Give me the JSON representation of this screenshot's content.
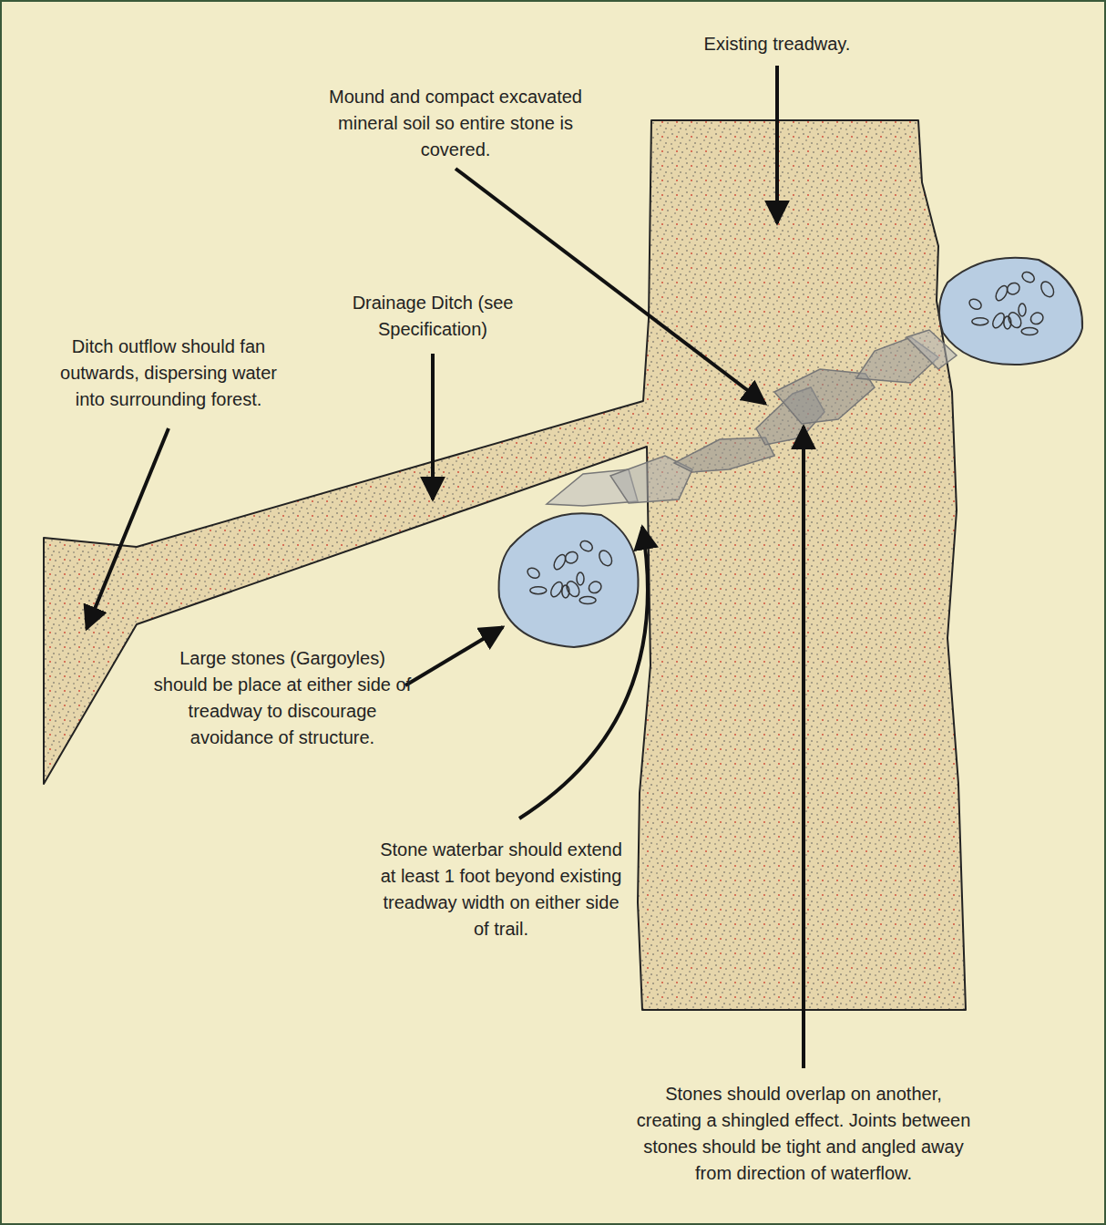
{
  "diagram": {
    "labels": [
      "Existing treadway.",
      "Mound and compact excavated mineral soil so entire stone is covered.",
      "Drainage Ditch (see Specification)",
      "Ditch outflow should fan outwards, dispersing water into surrounding forest.",
      "Large stones (Gargoyles) should be place at either side of treadway to discourage avoidance of structure.",
      "Stone waterbar should extend at least 1 foot beyond existing treadway width on either side of trail.",
      "Stones should overlap on another, creating a shingled effect. Joints between stones should be tight and angled away from direction of waterflow."
    ]
  }
}
